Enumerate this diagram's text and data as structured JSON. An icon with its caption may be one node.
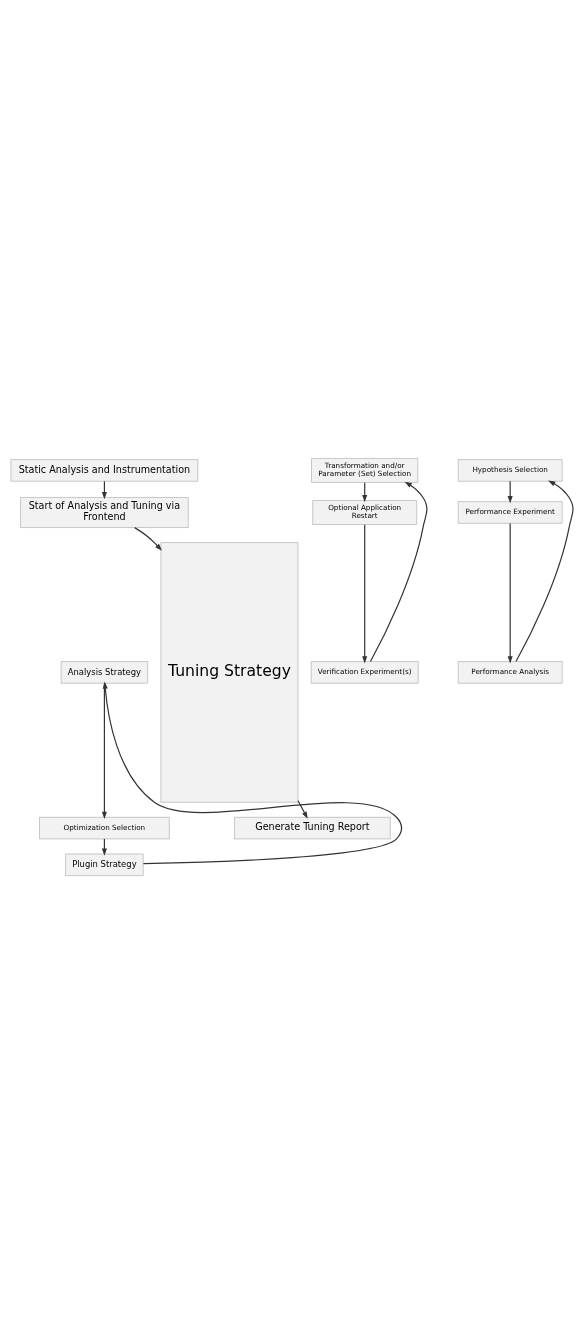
{
  "diagram": {
    "nodes": [
      {
        "text": [
          "Static Analysis and Instrumentation"
        ]
      },
      {
        "text": [
          "Start of Analysis and Tuning via Frontend"
        ]
      },
      {
        "text": [
          "Tuning Strategy"
        ]
      },
      {
        "text": [
          "Analysis Strategy"
        ]
      },
      {
        "text": [
          "Hypothesis Selection"
        ]
      },
      {
        "text": [
          "Performance Experiment"
        ]
      },
      {
        "text": [
          "Performance Analysis"
        ]
      },
      {
        "text": [
          "Optimization Selection"
        ]
      },
      {
        "text": [
          "Plugin Strategy"
        ]
      },
      {
        "text": [
          "Transformation and/or Parameter (Set) Selection"
        ]
      },
      {
        "text": [
          "Optional Application Restart"
        ]
      },
      {
        "text": [
          "Verification Experiment(s)"
        ]
      },
      {
        "text": [
          "Generate Tuning Report"
        ]
      }
    ],
    "edges": [
      {
        "from": 0,
        "to": 1,
        "arrow": "to"
      },
      {
        "from": 1,
        "to": 2,
        "arrow": "to"
      },
      {
        "from": 8,
        "to": 3,
        "arrow": "to"
      },
      {
        "from": 6,
        "to": 4,
        "arrow": "to"
      },
      {
        "from": 4,
        "to": 5,
        "arrow": "to"
      },
      {
        "from": 5,
        "to": 6,
        "arrow": "to"
      },
      {
        "from": 3,
        "to": 7,
        "arrow": "to"
      },
      {
        "from": 7,
        "to": 8,
        "arrow": "to"
      },
      {
        "from": 11,
        "to": 9,
        "arrow": "to"
      },
      {
        "from": 9,
        "to": 10,
        "arrow": "to"
      },
      {
        "from": 10,
        "to": 11,
        "arrow": "to"
      },
      {
        "from": 2,
        "to": 12,
        "arrow": "to"
      }
    ]
  }
}
